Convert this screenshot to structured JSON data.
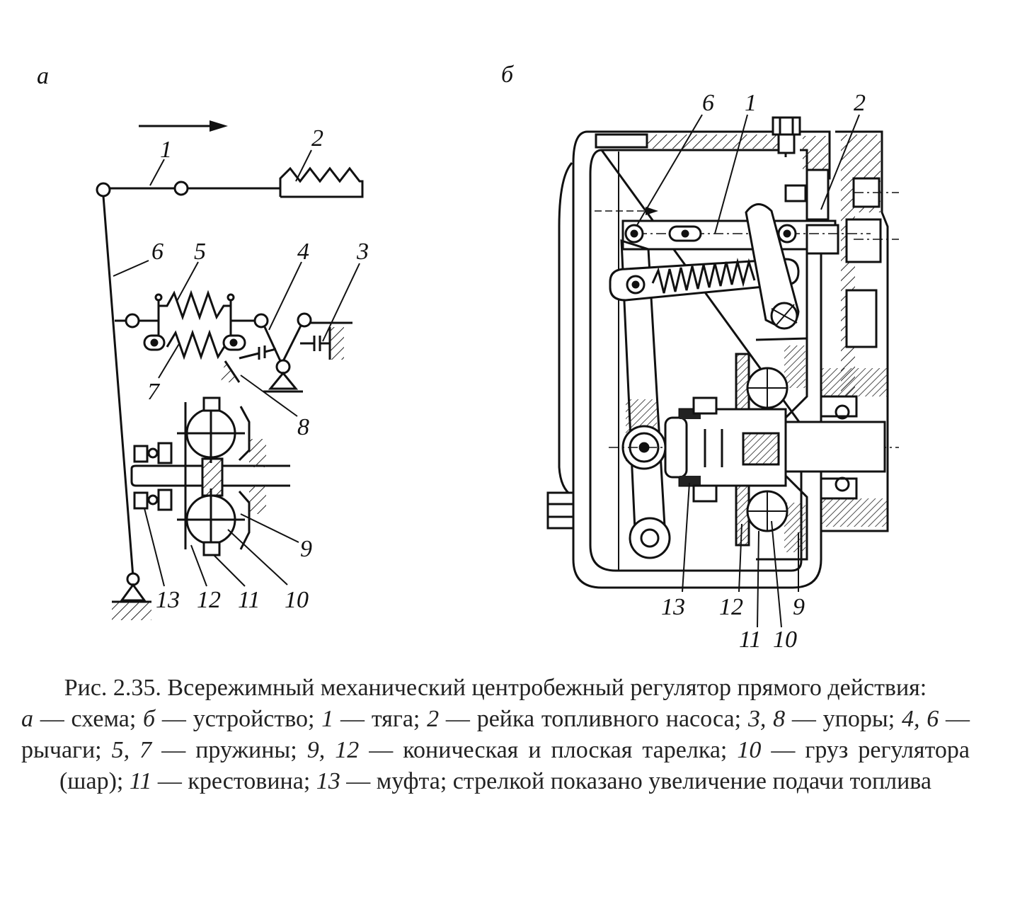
{
  "panel_a": {
    "letter": "а",
    "labels": {
      "l1": "1",
      "l2": "2",
      "l3": "3",
      "l4": "4",
      "l5": "5",
      "l6": "6",
      "l7": "7",
      "l8": "8",
      "l9": "9",
      "l10": "10",
      "l11": "11",
      "l12": "12",
      "l13": "13"
    }
  },
  "panel_b": {
    "letter": "б",
    "labels": {
      "l1": "1",
      "l2": "2",
      "l6": "6",
      "l9": "9",
      "l10": "10",
      "l11": "11",
      "l12": "12",
      "l13": "13"
    }
  },
  "caption": {
    "title": "Рис. 2.35. Всережимный механический центробежный регулятор прямого действия:",
    "parts": [
      {
        "k": "а",
        "t": " — схема; "
      },
      {
        "k": "б",
        "t": " — устройство; "
      },
      {
        "k": "1",
        "t": " — тяга; "
      },
      {
        "k": "2",
        "t": " — рейка топливного насоса; "
      },
      {
        "k": "3, 8",
        "t": " — упоры; "
      },
      {
        "k": "4, 6",
        "t": " — рычаги; "
      },
      {
        "k": "5, 7",
        "t": " — пружины; "
      },
      {
        "k": "9, 12",
        "t": " — коническая и плоская тарелка; "
      },
      {
        "k": "10",
        "t": " — груз регулятора (шар); "
      },
      {
        "k": "11",
        "t": " — крестовина; "
      },
      {
        "k": "13",
        "t": " — муфта; стрелкой показано увеличение подачи топлива"
      }
    ]
  }
}
